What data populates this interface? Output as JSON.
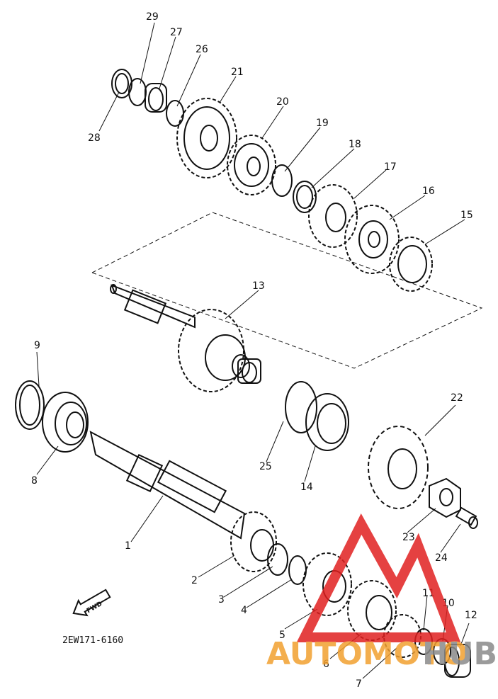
{
  "drawing_code": "2EW171-6160",
  "fwd_label": "FWD",
  "callouts": [
    "1",
    "2",
    "3",
    "4",
    "5",
    "6",
    "7",
    "8",
    "9",
    "10",
    "11",
    "12",
    "13",
    "14",
    "15",
    "16",
    "17",
    "18",
    "19",
    "20",
    "21",
    "22",
    "23",
    "24",
    "25",
    "26",
    "27",
    "28",
    "29"
  ],
  "watermark": {
    "part1": "AUTOMOTO",
    "part2": "HUB",
    "color_red": "#e02020",
    "color_orange": "#f2a030",
    "color_gray": "#8a8a8a"
  }
}
